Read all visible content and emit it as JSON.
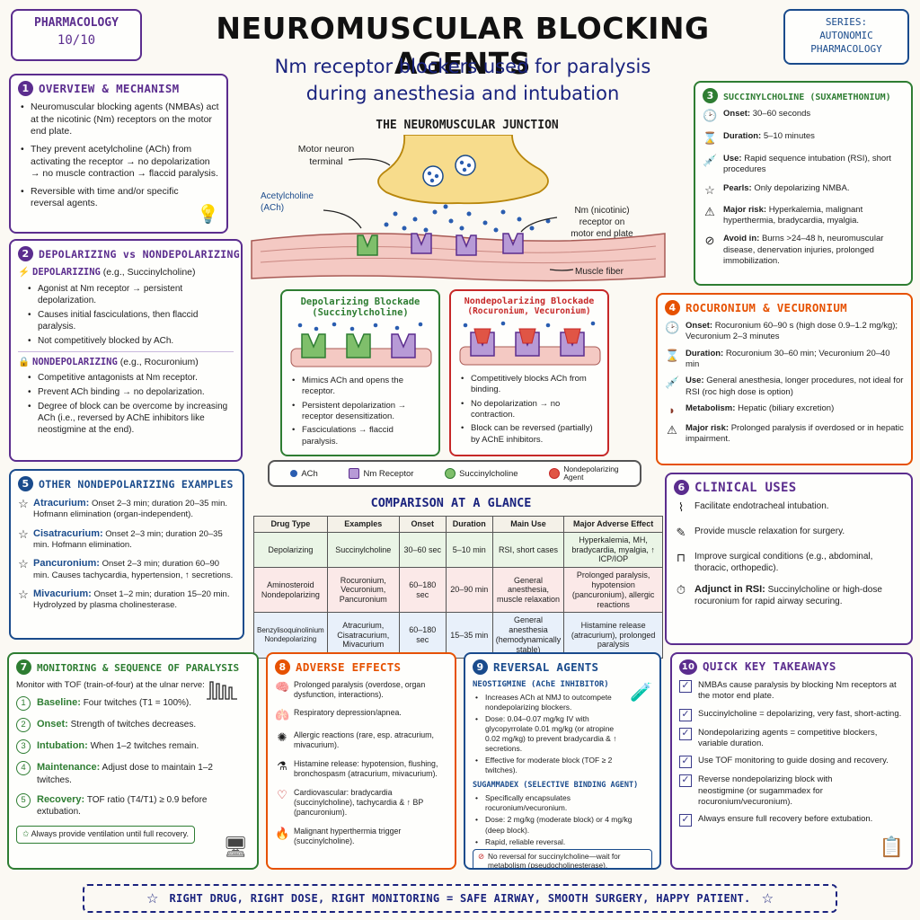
{
  "colors": {
    "purple": "#5b2d8e",
    "green": "#2e7d32",
    "red": "#c62828",
    "orange": "#e65100",
    "blue": "#1a4b8c",
    "navy": "#1a237e"
  },
  "badge_left": {
    "line1": "PHARMACOLOGY",
    "line2": "10/10"
  },
  "badge_right": {
    "line1": "SERIES:",
    "line2": "AUTONOMIC",
    "line3": "PHARMACOLOGY"
  },
  "title": "NEUROMUSCULAR BLOCKING AGENTS",
  "subtitle": {
    "line1": "Nm receptor blockers used for paralysis",
    "line2": "during anesthesia and intubation"
  },
  "junction": {
    "title": "THE NEUROMUSCULAR JUNCTION",
    "label_neuron": "Motor neuron\nterminal",
    "label_ach": "Acetylcholine\n(ACh)",
    "label_receptor": "Nm (nicotinic)\nreceptor on\nmotor end plate",
    "label_muscle": "Muscle fiber"
  },
  "depolarizing_box": {
    "title_line1": "Depolarizing Blockade",
    "title_line2": "(Succinylcholine)",
    "bullets": [
      "Mimics ACh and opens the receptor.",
      "Persistent depolarization → receptor desensitization.",
      "Fasciculations → flaccid paralysis."
    ]
  },
  "nondepolarizing_box": {
    "title_line1": "Nondepolarizing Blockade",
    "title_line2": "(Rocuronium, Vecuronium)",
    "bullets": [
      "Competitively blocks ACh from binding.",
      "No depolarization → no contraction.",
      "Block can be reversed (partially) by AChE inhibitors."
    ]
  },
  "legend": {
    "ach": "ACh",
    "receptor": "Nm Receptor",
    "sux": "Succinylcholine",
    "nondep": "Nondepolarizing\nAgent"
  },
  "s1": {
    "num": "1",
    "title": "OVERVIEW & MECHANISM",
    "bullets": [
      "Neuromuscular blocking agents (NMBAs) act at the nicotinic (Nm) receptors on the motor end plate.",
      "They prevent acetylcholine (ACh) from activating the receptor → no depolarization → no muscle contraction → flaccid paralysis.",
      "Reversible with time and/or specific reversal agents."
    ]
  },
  "s2": {
    "num": "2",
    "title": "DEPOLARIZING vs NONDEPOLARIZING",
    "dep_label": "DEPOLARIZING",
    "dep_example": "(e.g., Succinylcholine)",
    "dep_bullets": [
      "Agonist at Nm receptor → persistent depolarization.",
      "Causes initial fasciculations, then flaccid paralysis.",
      "Not competitively blocked by ACh."
    ],
    "non_label": "NONDEPOLARIZING",
    "non_example": "(e.g., Rocuronium)",
    "non_bullets": [
      "Competitive antagonists at Nm receptor.",
      "Prevent ACh binding → no depolarization.",
      "Degree of block can be overcome by increasing ACh (i.e., reversed by AChE inhibitors like neostigmine at the end)."
    ]
  },
  "s3": {
    "num": "3",
    "title": "SUCCINYLCHOLINE (SUXAMETHONIUM)",
    "rows": [
      {
        "icon": "clock-icon",
        "label": "Onset:",
        "text": "30–60 seconds"
      },
      {
        "icon": "hourglass-icon",
        "label": "Duration:",
        "text": "5–10 minutes"
      },
      {
        "icon": "syringe-icon",
        "label": "Use:",
        "text": "Rapid sequence intubation (RSI), short procedures"
      },
      {
        "icon": "star-icon",
        "label": "Pearls:",
        "text": "Only depolarizing NMBA."
      },
      {
        "icon": "warning-icon",
        "label": "Major risk:",
        "text": "Hyperkalemia, malignant hyperthermia, bradycardia, myalgia."
      },
      {
        "icon": "no-entry-icon",
        "label": "Avoid in:",
        "text": "Burns >24–48 h, neuromuscular disease, denervation injuries, prolonged immobilization."
      }
    ]
  },
  "s4": {
    "num": "4",
    "title": "ROCURONIUM & VECURONIUM",
    "rows": [
      {
        "icon": "clock-icon",
        "label": "Onset:",
        "text": "Rocuronium 60–90 s (high dose 0.9–1.2 mg/kg); Vecuronium 2–3 minutes"
      },
      {
        "icon": "hourglass-icon",
        "label": "Duration:",
        "text": "Rocuronium 30–60 min; Vecuronium 20–40 min"
      },
      {
        "icon": "syringe-icon",
        "label": "Use:",
        "text": "General anesthesia, longer procedures, not ideal for RSI (roc high dose is option)"
      },
      {
        "icon": "liver-icon",
        "label": "Metabolism:",
        "text": "Hepatic (biliary excretion)"
      },
      {
        "icon": "warning-icon",
        "label": "Major risk:",
        "text": "Prolonged paralysis if overdosed or in hepatic impairment."
      }
    ]
  },
  "s5": {
    "num": "5",
    "title": "OTHER NONDEPOLARIZING EXAMPLES",
    "items": [
      {
        "label": "Atracurium:",
        "text": "Onset 2–3 min; duration 20–35 min. Hofmann elimination (organ-independent)."
      },
      {
        "label": "Cisatracurium:",
        "text": "Onset 2–3 min; duration 20–35 min. Hofmann elimination."
      },
      {
        "label": "Pancuronium:",
        "text": "Onset 2–3 min; duration 60–90 min. Causes tachycardia, hypertension, ↑ secretions."
      },
      {
        "label": "Mivacurium:",
        "text": "Onset 1–2 min; duration 15–20 min. Hydrolyzed by plasma cholinesterase."
      }
    ]
  },
  "comparison": {
    "title": "COMPARISON AT A GLANCE",
    "headers": [
      "Drug Type",
      "Examples",
      "Onset",
      "Duration",
      "Main Use",
      "Major Adverse Effect"
    ],
    "rows": [
      [
        "Depolarizing",
        "Succinylcholine",
        "30–60 sec",
        "5–10 min",
        "RSI, short cases",
        "Hyperkalemia, MH, bradycardia, myalgia, ↑ ICP/IOP"
      ],
      [
        "Aminosteroid Nondepolarizing",
        "Rocuronium, Vecuronium, Pancuronium",
        "60–180 sec",
        "20–90 min",
        "General anesthesia, muscle relaxation",
        "Prolonged paralysis, hypotension (pancuronium), allergic reactions"
      ],
      [
        "Benzylisoquinolinium Nondepolarizing",
        "Atracurium, Cisatracurium, Mivacurium",
        "60–180 sec",
        "15–35 min",
        "General anesthesia (hemodynamically stable)",
        "Histamine release (atracurium), prolonged paralysis"
      ]
    ]
  },
  "s6": {
    "num": "6",
    "title": "CLINICAL USES",
    "rows": [
      {
        "icon": "airway-icon",
        "label": "",
        "text": "Facilitate endotracheal intubation."
      },
      {
        "icon": "scalpel-icon",
        "label": "",
        "text": "Provide muscle relaxation for surgery."
      },
      {
        "icon": "surgery-table-icon",
        "label": "",
        "text": "Improve surgical conditions (e.g., abdominal, thoracic, orthopedic)."
      },
      {
        "icon": "stopwatch-icon",
        "label": "Adjunct in RSI:",
        "text": "Succinylcholine or high-dose rocuronium for rapid airway securing."
      }
    ]
  },
  "s7": {
    "num": "7",
    "title": "MONITORING & SEQUENCE OF PARALYSIS",
    "intro": "Monitor with TOF (train-of-four) at the ulnar nerve:",
    "steps": [
      {
        "n": "1",
        "label": "Baseline:",
        "text": "Four twitches (T1 = 100%)."
      },
      {
        "n": "2",
        "label": "Onset:",
        "text": "Strength of twitches decreases."
      },
      {
        "n": "3",
        "label": "Intubation:",
        "text": "When 1–2 twitches remain."
      },
      {
        "n": "4",
        "label": "Maintenance:",
        "text": "Adjust dose to maintain 1–2 twitches."
      },
      {
        "n": "5",
        "label": "Recovery:",
        "text": "TOF ratio (T4/T1) ≥ 0.9 before extubation."
      }
    ],
    "note": "Always provide ventilation until full recovery."
  },
  "s8": {
    "num": "8",
    "title": "ADVERSE EFFECTS",
    "rows": [
      {
        "icon": "brain-icon",
        "text": "Prolonged paralysis (overdose, organ dysfunction, interactions)."
      },
      {
        "icon": "lungs-icon",
        "text": "Respiratory depression/apnea."
      },
      {
        "icon": "allergy-icon",
        "text": "Allergic reactions (rare, esp. atracurium, mivacurium)."
      },
      {
        "icon": "histamine-icon",
        "text": "Histamine release: hypotension, flushing, bronchospasm (atracurium, mivacurium)."
      },
      {
        "icon": "heart-icon",
        "text": "Cardiovascular: bradycardia (succinylcholine), tachycardia & ↑ BP (pancuronium)."
      },
      {
        "icon": "flame-icon",
        "text": "Malignant hyperthermia trigger (succinylcholine)."
      }
    ]
  },
  "s9": {
    "num": "9",
    "title": "REVERSAL AGENTS",
    "neo_title": "NEOSTIGMINE (AChE INHIBITOR)",
    "neo_bullets": [
      "Increases ACh at NMJ to outcompete nondepolarizing blockers.",
      "Dose: 0.04–0.07 mg/kg IV with glycopyrrolate 0.01 mg/kg (or atropine 0.02 mg/kg) to prevent bradycardia & ↑ secretions.",
      "Effective for moderate block (TOF ≥ 2 twitches)."
    ],
    "sug_title": "SUGAMMADEX (SELECTIVE BINDING AGENT)",
    "sug_bullets": [
      "Specifically encapsulates rocuronium/vecuronium.",
      "Dose: 2 mg/kg (moderate block) or 4 mg/kg (deep block).",
      "Rapid, reliable reversal."
    ],
    "note": "No reversal for succinylcholine—wait for metabolism (pseudocholinesterase)."
  },
  "s10": {
    "num": "10",
    "title": "QUICK KEY TAKEAWAYS",
    "items": [
      "NMBAs cause paralysis by blocking Nm receptors at the motor end plate.",
      "Succinylcholine = depolarizing, very fast, short-acting.",
      "Nondepolarizing agents = competitive blockers, variable duration.",
      "Use TOF monitoring to guide dosing and recovery.",
      "Reverse nondepolarizing block with neostigmine (or sugammadex for rocuronium/vecuronium).",
      "Always ensure full recovery before extubation."
    ]
  },
  "footer": "RIGHT DRUG, RIGHT DOSE, RIGHT MONITORING = SAFE AIRWAY, SMOOTH SURGERY, HAPPY PATIENT."
}
